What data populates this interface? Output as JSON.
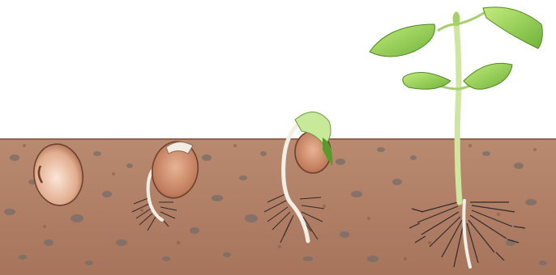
{
  "scene": {
    "stages": [
      {
        "id": "seed"
      },
      {
        "id": "radicle"
      },
      {
        "id": "hook-sprout"
      },
      {
        "id": "seedling"
      }
    ]
  },
  "colors": {
    "sky": "#ffffff",
    "soil": "#b07d64",
    "soil_dark": "#8c5f4c",
    "pebble": "#7a716c",
    "seed_coat": "#c98a6a",
    "seed_light": "#f3d7c4",
    "root": "#f4efe6",
    "root_dark": "#2f2a2a",
    "stem": "#cfe6a0",
    "leaf": "#97cf4d",
    "leaf_dark": "#5d9a2c"
  }
}
